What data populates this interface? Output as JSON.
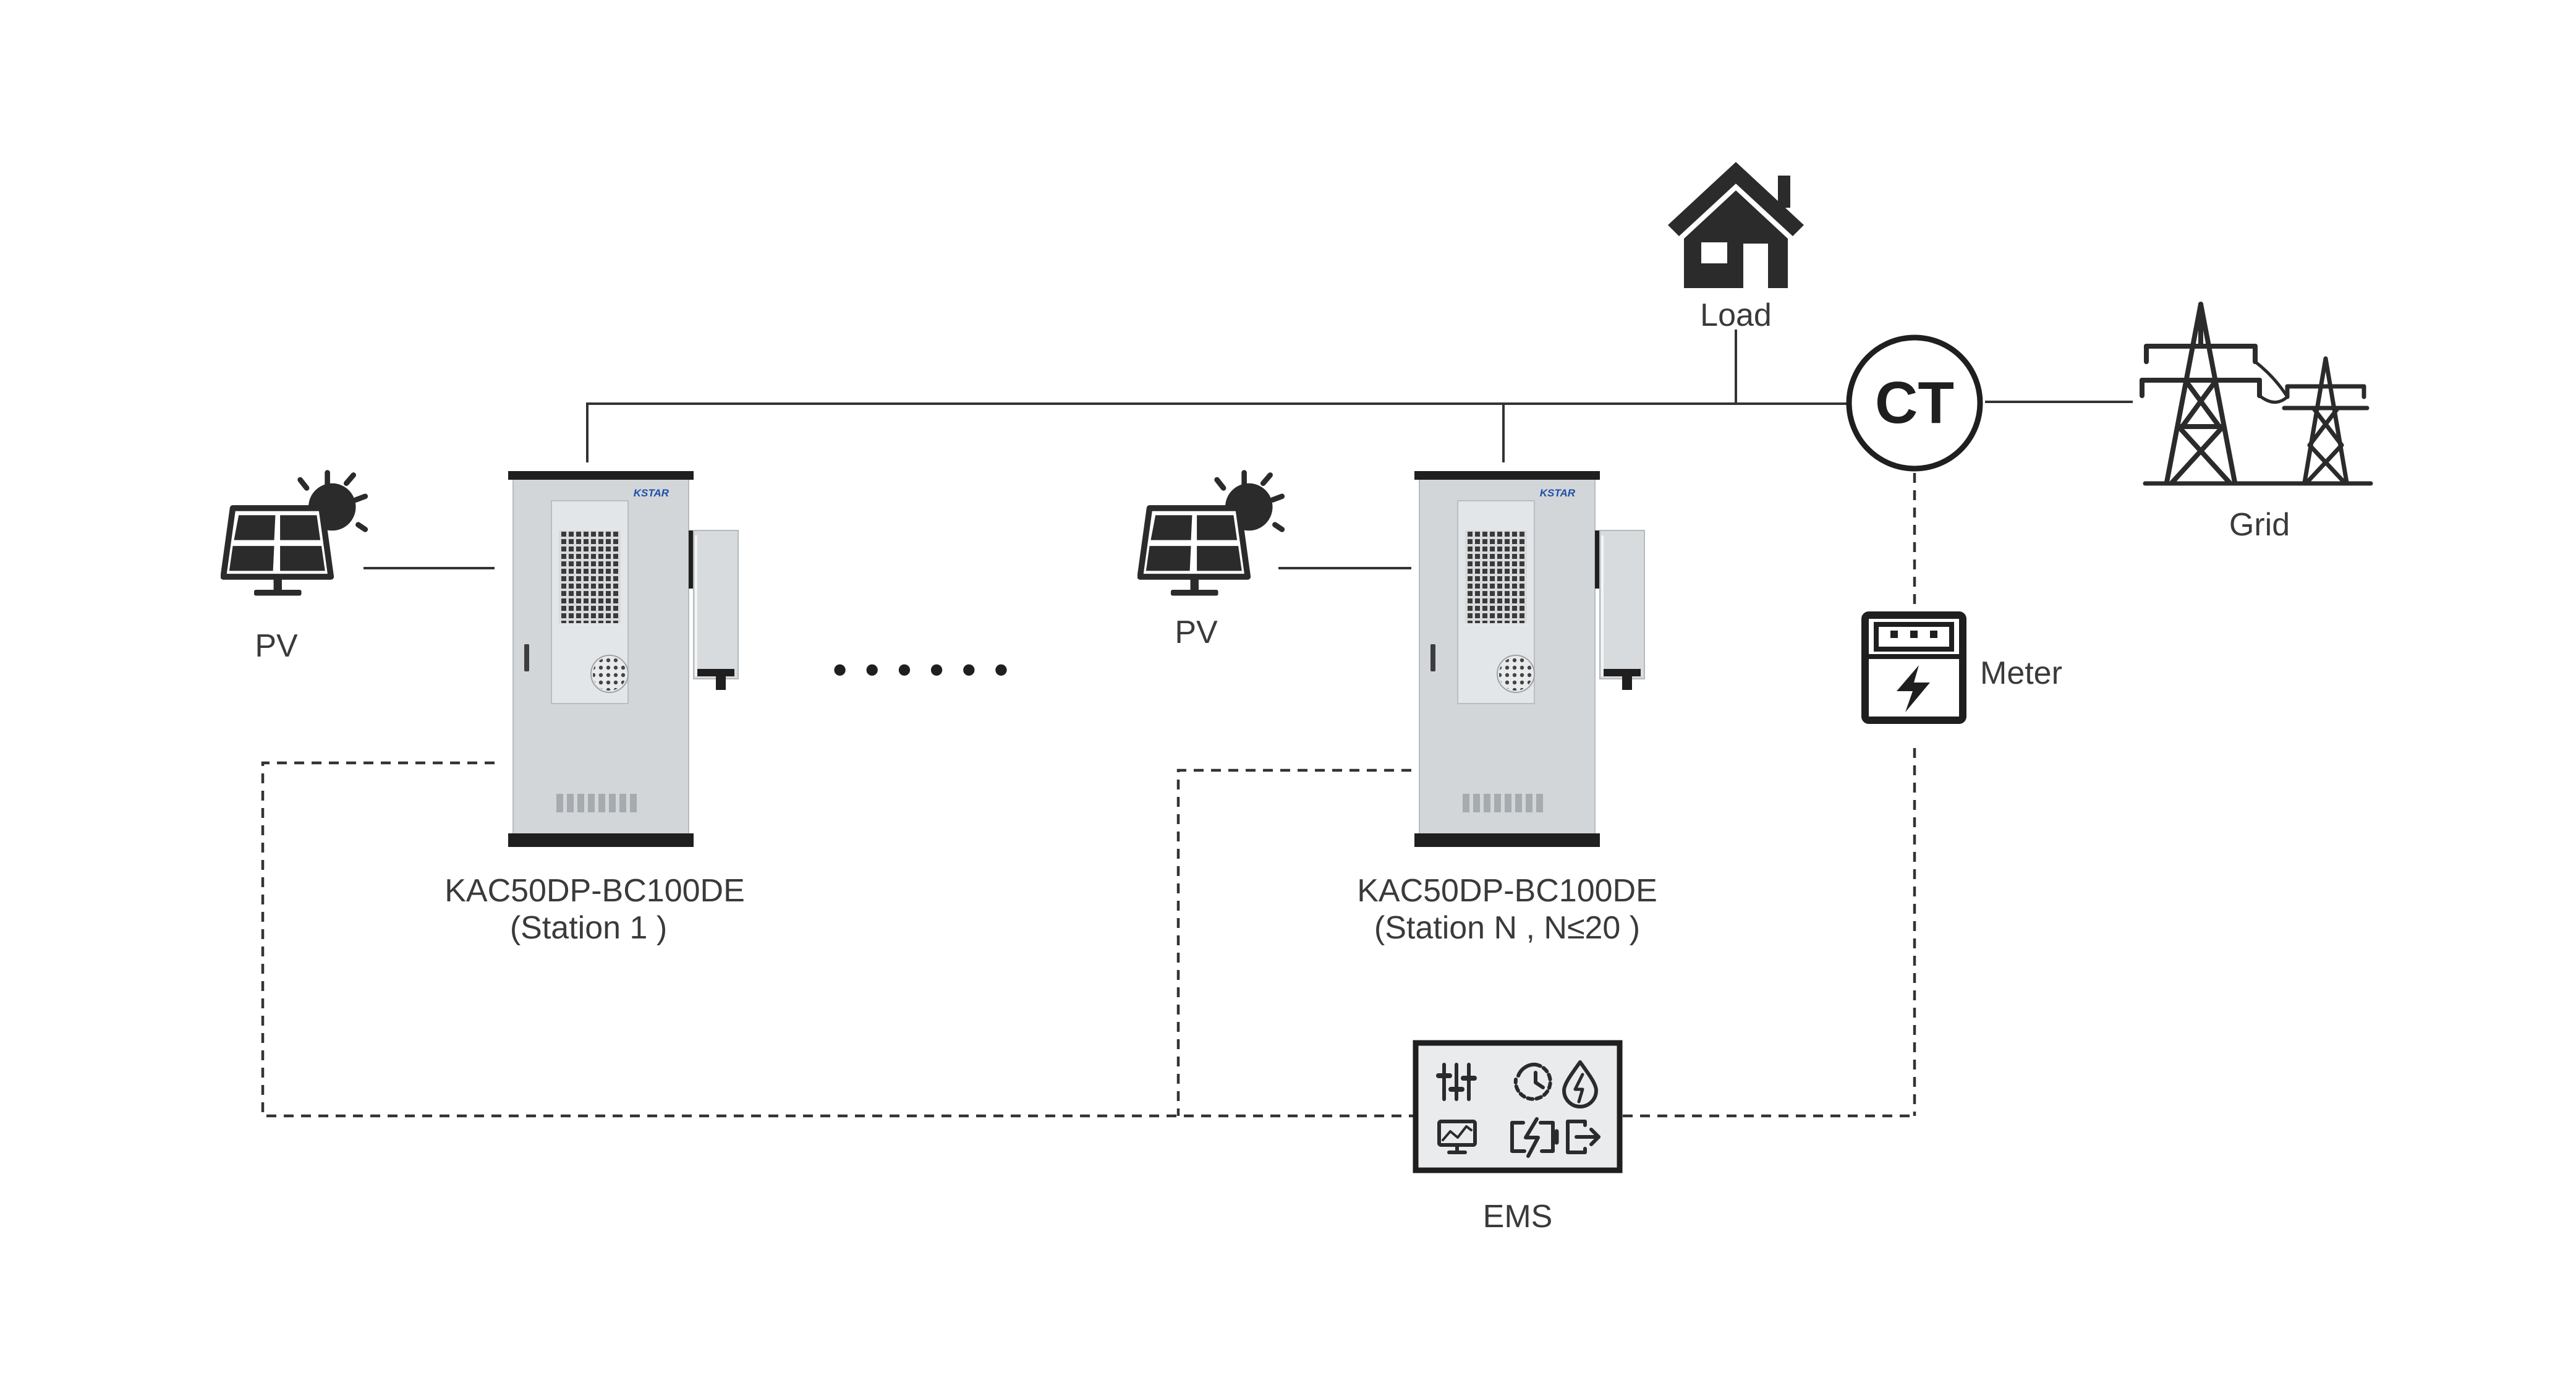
{
  "labels": {
    "load": "Load",
    "grid": "Grid",
    "ct": "CT",
    "meter": "Meter",
    "ems": "EMS",
    "pv_1": "PV",
    "pv_n": "PV",
    "station_1_model": "KAC50DP-BC100DE",
    "station_1_name": "(Station 1 )",
    "station_n_model": "KAC50DP-BC100DE",
    "station_n_name": "(Station N , N≤20 )",
    "brand": "KSTAR",
    "ellipsis": "• • • • • •"
  },
  "icons": {
    "load": "house-icon",
    "grid": "transmission-tower-icon",
    "pv": "solar-panel-with-sun-icon",
    "meter": "electric-meter-icon",
    "ems": [
      "sliders-icon",
      "clock-icon",
      "water-energy-icon",
      "monitor-chart-icon",
      "battery-charge-icon",
      "logout-icon"
    ]
  },
  "colors": {
    "line": "#333333",
    "cabinet_body": "#d2d6d9",
    "cabinet_trim": "#1f1f1f",
    "brand": "#1f4fa8",
    "icon_fill": "#2b2b2b",
    "ems_screen": "#e9ebed"
  }
}
